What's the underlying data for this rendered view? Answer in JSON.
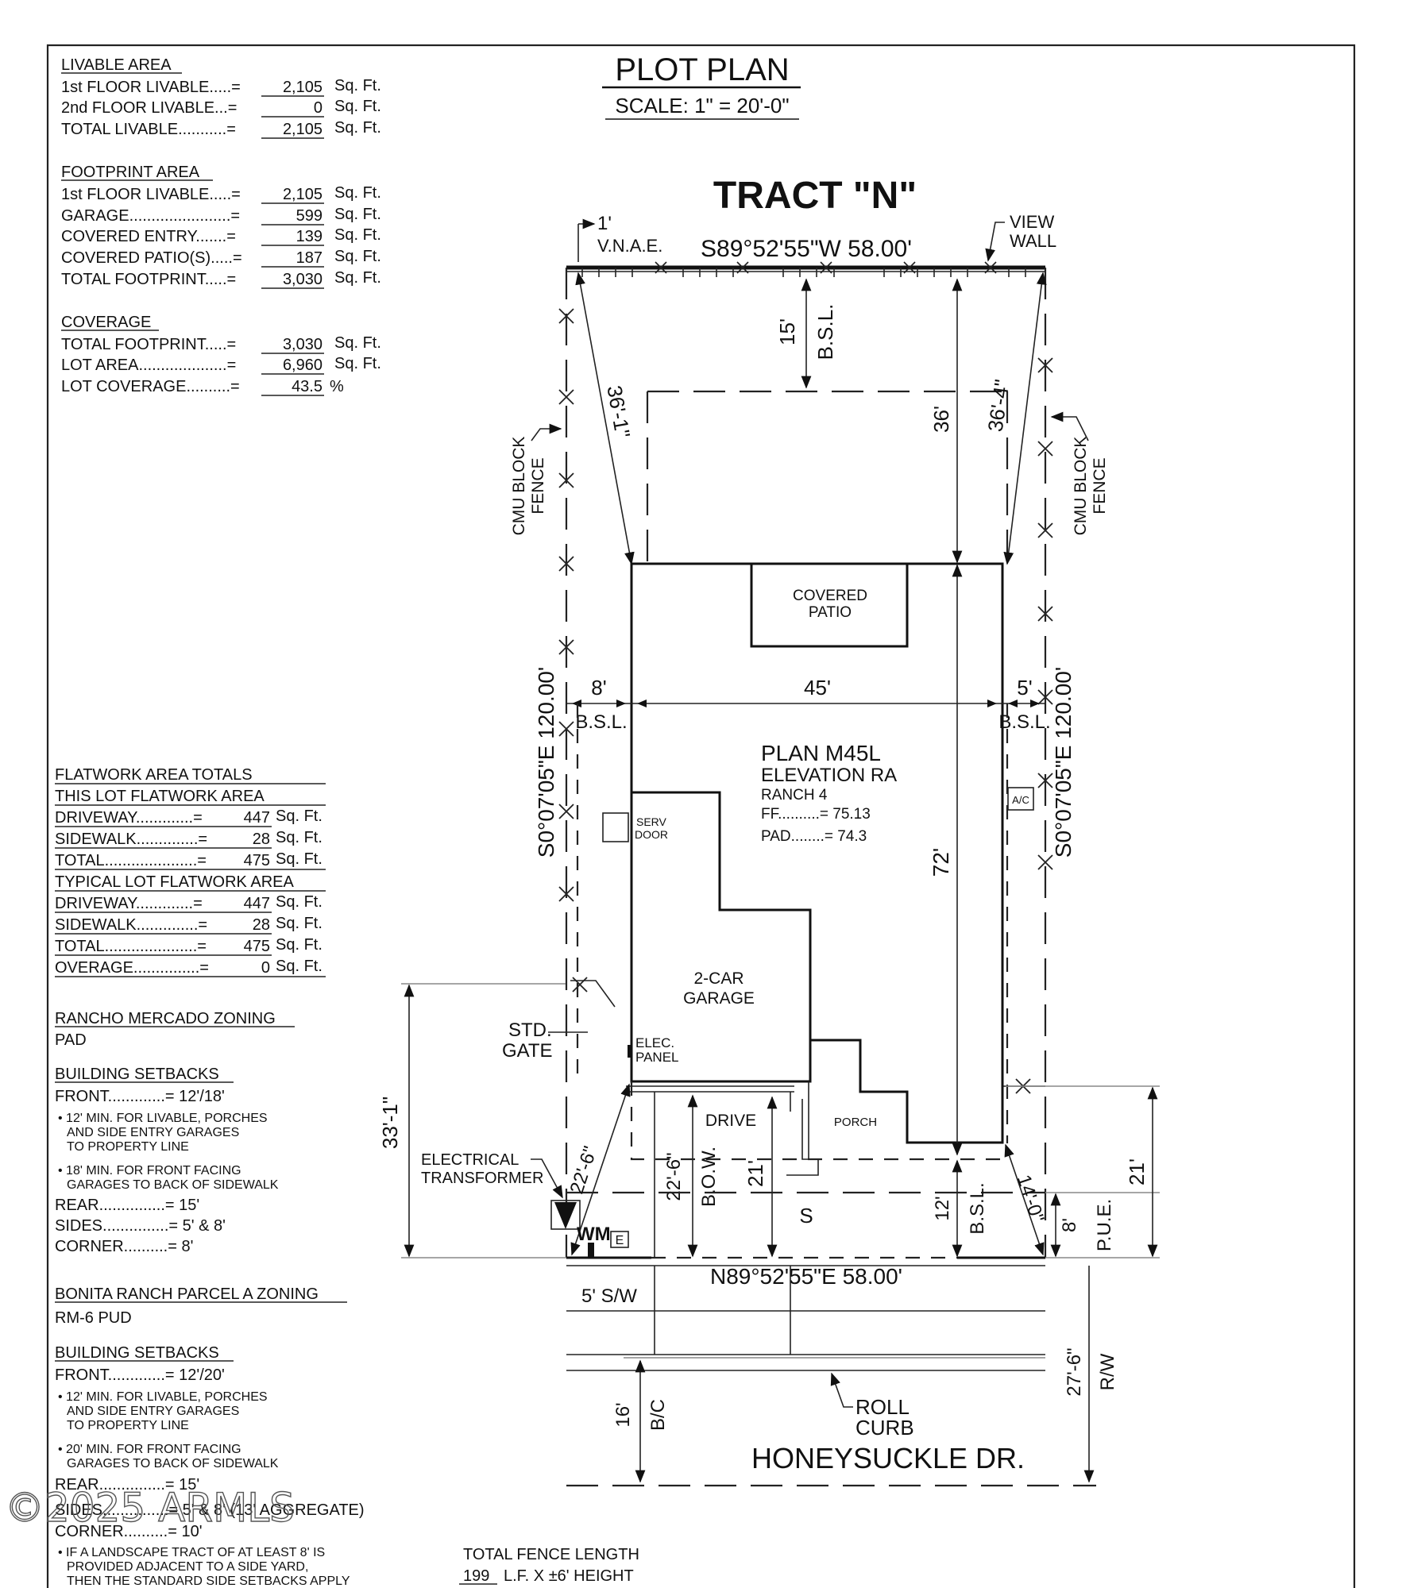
{
  "title": "PLOT PLAN",
  "scale": "SCALE: 1\" = 20'-0\"",
  "tract": "TRACT \"N\"",
  "livable": {
    "heading": "LIVABLE AREA",
    "rows": [
      {
        "label": "1st FLOOR LIVABLE.....=",
        "value": "2,105",
        "unit": "Sq. Ft."
      },
      {
        "label": "2nd FLOOR LIVABLE...=",
        "value": "0",
        "unit": "Sq. Ft."
      },
      {
        "label": "TOTAL LIVABLE...........=",
        "value": "2,105",
        "unit": "Sq. Ft."
      }
    ]
  },
  "footprint": {
    "heading": "FOOTPRINT AREA",
    "rows": [
      {
        "label": "1st FLOOR LIVABLE.....=",
        "value": "2,105",
        "unit": "Sq. Ft."
      },
      {
        "label": "GARAGE.......................=",
        "value": "599",
        "unit": "Sq. Ft."
      },
      {
        "label": "COVERED ENTRY.......=",
        "value": "139",
        "unit": "Sq. Ft."
      },
      {
        "label": "COVERED PATIO(S).....=",
        "value": "187",
        "unit": "Sq. Ft."
      },
      {
        "label": "TOTAL FOOTPRINT.....=",
        "value": "3,030",
        "unit": "Sq. Ft."
      }
    ]
  },
  "coverage": {
    "heading": "COVERAGE",
    "rows": [
      {
        "label": "TOTAL FOOTPRINT.....=",
        "value": "3,030",
        "unit": "Sq. Ft."
      },
      {
        "label": "LOT AREA....................=",
        "value": "6,960",
        "unit": "Sq. Ft."
      },
      {
        "label": "LOT COVERAGE..........=",
        "value": "43.5",
        "unit": "%"
      }
    ]
  },
  "flatwork": {
    "heading": "FLATWORK AREA TOTALS",
    "this_heading": "THIS LOT FLATWORK AREA",
    "this_rows": [
      {
        "label": "DRIVEWAY.............=",
        "value": "447",
        "unit": "Sq. Ft."
      },
      {
        "label": "SIDEWALK..............=",
        "value": "28",
        "unit": "Sq. Ft."
      },
      {
        "label": "TOTAL.....................=",
        "value": "475",
        "unit": "Sq. Ft."
      }
    ],
    "typical_heading": "TYPICAL LOT FLATWORK AREA",
    "typical_rows": [
      {
        "label": "DRIVEWAY.............=",
        "value": "447",
        "unit": "Sq. Ft."
      },
      {
        "label": "SIDEWALK..............=",
        "value": "28",
        "unit": "Sq. Ft."
      },
      {
        "label": "TOTAL.....................=",
        "value": "475",
        "unit": "Sq. Ft."
      },
      {
        "label": "OVERAGE...............=",
        "value": "0",
        "unit": "Sq. Ft."
      }
    ]
  },
  "zoning1": {
    "heading": "RANCHO MERCADO ZONING",
    "value": "PAD",
    "setbacks_heading": "BUILDING SETBACKS",
    "front": "FRONT.............= 12'/18'",
    "note1": [
      "• 12' MIN. FOR LIVABLE, PORCHES",
      "AND SIDE ENTRY GARAGES",
      "TO PROPERTY LINE"
    ],
    "note2": [
      "• 18' MIN. FOR FRONT FACING",
      "GARAGES TO BACK OF SIDEWALK"
    ],
    "rear": "REAR...............= 15'",
    "sides": "SIDES...............= 5' & 8'",
    "corner": "CORNER..........= 8'"
  },
  "zoning2": {
    "heading": "BONITA RANCH PARCEL A ZONING",
    "value": "RM-6 PUD",
    "setbacks_heading": "BUILDING SETBACKS",
    "front": "FRONT.............= 12'/20'",
    "note1": [
      "• 12' MIN. FOR LIVABLE, PORCHES",
      "AND SIDE ENTRY GARAGES",
      "TO PROPERTY LINE"
    ],
    "note2": [
      "• 20' MIN. FOR FRONT FACING",
      "GARAGES TO BACK OF SIDEWALK"
    ],
    "rear": "REAR...............= 15'",
    "sides": "SIDES...............= 5' & 8' (13' AGGREGATE)",
    "corner": "CORNER..........= 10'",
    "note3": [
      "• IF A LANDSCAPE TRACT OF AT LEAST 8' IS",
      "PROVIDED ADJACENT TO A SIDE YARD,",
      "THEN THE STANDARD SIDE SETBACKS APPLY"
    ]
  },
  "fence": {
    "label": "TOTAL FENCE LENGTH",
    "value": "199",
    "suffix": "L.F.  X  ±6' HEIGHT"
  },
  "watermark": "©2025 ARMLS",
  "plan": {
    "north_bearing": "S89°52'55\"W  58.00'",
    "south_bearing": "N89°52'55\"E  58.00'",
    "west_bearing": "S0°07'05\"E  120.00'",
    "east_bearing": "S0°07'05\"E  120.00'",
    "vnae_dim": "1'",
    "vnae": "V.N.A.E.",
    "view_wall": [
      "VIEW",
      "WALL"
    ],
    "rear_setback_dim": "15'",
    "rear_setback": "B.S.L.",
    "diag_left": "36'-1\"",
    "diag_right": "36'-4\"",
    "rear_depth": "36'",
    "cmu_fence": [
      "CMU BLOCK",
      "FENCE"
    ],
    "covered_patio": [
      "COVERED",
      "PATIO"
    ],
    "width_left": "8'",
    "width_mid": "45'",
    "width_right": "5'",
    "bsl_left": "B.S.L.",
    "bsl_right": "B.S.L.",
    "plan_name": "PLAN M45L",
    "elevation": "ELEVATION RA",
    "ranch": "RANCH 4",
    "ff": "FF..........=  75.13",
    "pad": "PAD........=  74.3",
    "ac": "A/C",
    "serv_door": [
      "SERV",
      "DOOR"
    ],
    "house_depth": "72'",
    "garage": [
      "2-CAR",
      "GARAGE"
    ],
    "std_gate": [
      "STD.",
      "GATE"
    ],
    "elec_panel": [
      "ELEC.",
      "PANEL"
    ],
    "drive": "DRIVE",
    "porch": "PORCH",
    "gate_dim": "33'-1\"",
    "elec_transformer": [
      "ELECTRICAL",
      "TRANSFORMER"
    ],
    "diag_front_left": "22'-6\"",
    "diag_front_right": "14'-0\"",
    "bow_dim": "22'-6\"",
    "bow": "B.O.W.",
    "drive_dim": "21'",
    "s_label": "S",
    "front_setback_dim": "12'",
    "front_bsl": "B.S.L.",
    "pue_dim": "8'",
    "pue": "P.U.E.",
    "right_dim": "21'",
    "wm": "WM",
    "e_box": "E",
    "sidewalk": "5' S/W",
    "roll_curb": [
      "ROLL",
      "CURB"
    ],
    "bc_dim": "16'",
    "bc": "B/C",
    "rw_dim": "27'-6\"",
    "rw": "R/W",
    "street": "HONEYSUCKLE DR."
  }
}
